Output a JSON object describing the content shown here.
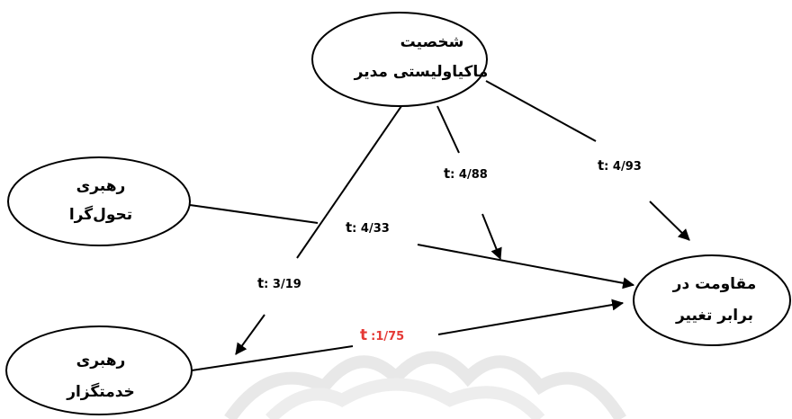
{
  "colors": {
    "line": "#000000",
    "label": "#000000",
    "highlight": "#e53935",
    "watermark": "#e6e6e6"
  },
  "nodes": {
    "mach": {
      "line1": "شخصیت",
      "line2": "ماکیاولیستی مدیر"
    },
    "trans": {
      "line1": "رهبری",
      "line2": "تحول‌گرا"
    },
    "serv": {
      "line1": "رهبری",
      "line2": "خدمتگزار"
    },
    "resist": {
      "line1": "مقاومت در",
      "line2": "برابر تغییر"
    }
  },
  "edges": {
    "mach_resist": {
      "t": "t",
      "value": ": 4/93"
    },
    "mach_trans_path": {
      "t": "t",
      "value": ": 4/88"
    },
    "trans_resist": {
      "t": "t",
      "value": ": 4/33"
    },
    "mach_serv": {
      "t": "t",
      "value": ": 3/19"
    },
    "serv_resist": {
      "t": "t",
      "value": ":1/75"
    }
  }
}
